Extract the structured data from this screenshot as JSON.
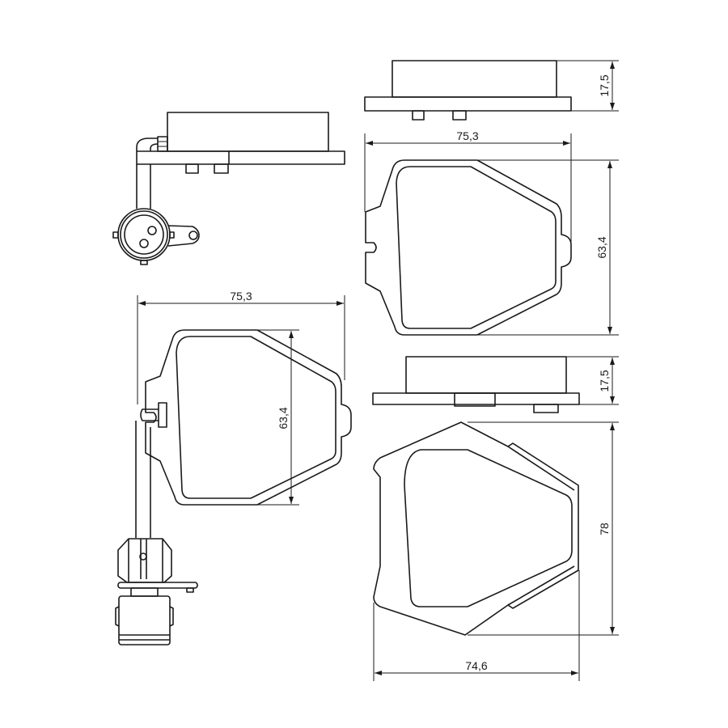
{
  "drawing": {
    "colors": {
      "line": "#1a1a1a",
      "background": "#ffffff"
    },
    "views": [
      {
        "name": "pad-with-sensor-side-view"
      },
      {
        "name": "pad-side-view-top"
      },
      {
        "name": "pad-front-view-top",
        "width_label": "75,3",
        "height_label": "63,4",
        "thickness_label": "17,5"
      },
      {
        "name": "pad-with-sensor-front-view",
        "width_label": "75,3",
        "height_label": "63,4"
      },
      {
        "name": "pad-side-view-bottom",
        "thickness_label": "17,5"
      },
      {
        "name": "pad-front-view-bottom",
        "width_label": "74,6",
        "height_label": "78"
      }
    ]
  }
}
